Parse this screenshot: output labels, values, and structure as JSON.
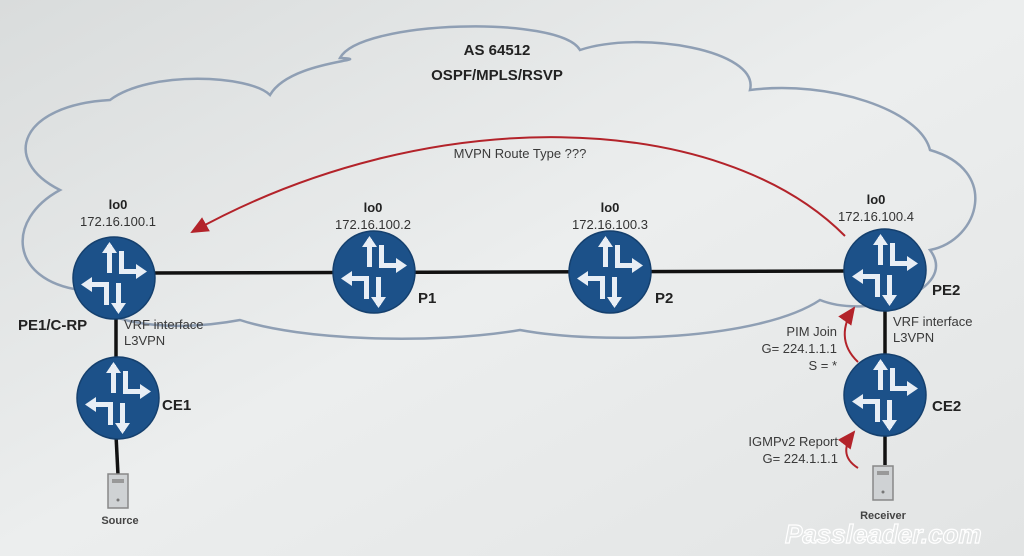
{
  "cloud": {
    "title": "AS 64512",
    "subtitle": "OSPF/MPLS/RSVP"
  },
  "annotation": {
    "mvpn_label": "MVPN Route Type ???"
  },
  "routers": [
    {
      "name": "PE1/C-RP",
      "lo": "lo0",
      "ip": "172.16.100.1"
    },
    {
      "name": "P1",
      "lo": "lo0",
      "ip": "172.16.100.2"
    },
    {
      "name": "P2",
      "lo": "lo0",
      "ip": "172.16.100.3"
    },
    {
      "name": "PE2",
      "lo": "lo0",
      "ip": "172.16.100.4"
    },
    {
      "name": "CE1"
    },
    {
      "name": "CE2"
    }
  ],
  "links": {
    "pe1_ce1": {
      "line1": "VRF interface",
      "line2": "L3VPN"
    },
    "pe2_ce2": {
      "line1": "VRF interface",
      "line2": "L3VPN"
    }
  },
  "messages": {
    "pim": {
      "line1": "PIM Join",
      "line2": "G= 224.1.1.1",
      "line3": "S = *"
    },
    "igmp": {
      "line1": "IGMPv2 Report",
      "line2": "G= 224.1.1.1"
    }
  },
  "hosts": {
    "source": "Source",
    "receiver": "Receiver"
  },
  "watermark": "Passleader.com",
  "colors": {
    "router": "#1c5189",
    "arrow": "#b3232a",
    "cloud": "#8f9fb4",
    "background": "#e6e8e8"
  }
}
